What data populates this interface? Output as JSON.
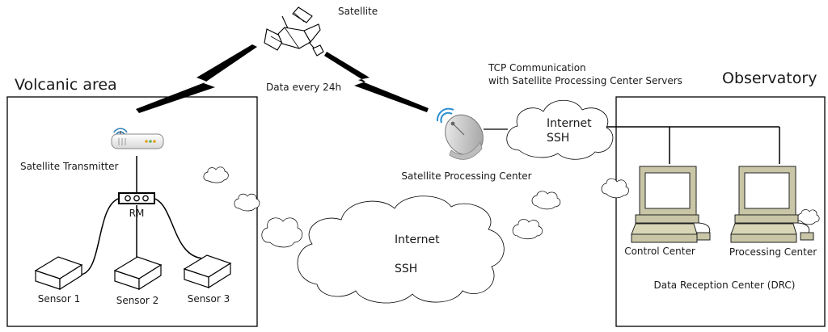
{
  "regions": {
    "volcanic_area": "Volcanic area",
    "observatory": "Observatory"
  },
  "labels": {
    "satellite": "Satellite",
    "data_every": "Data every 24h",
    "tcp_line1": "TCP Communication",
    "tcp_line2": "with Satellite Processing Center Servers",
    "satellite_transmitter": "Satellite Transmitter",
    "rm": "RM",
    "sensor1": "Sensor 1",
    "sensor2": "Sensor 2",
    "sensor3": "Sensor 3",
    "satellite_processing_center": "Satellite Processing Center",
    "control_center": "Control Center",
    "processing_center": "Processing Center",
    "drc": "Data Reception Center (DRC)"
  },
  "clouds": {
    "main_internet": "Internet",
    "main_ssh": "SSH",
    "small_internet": "Internet",
    "small_ssh": "SSH"
  },
  "icons": {
    "satellite": "satellite-icon",
    "transmitter": "satellite-transmitter-icon",
    "dish": "satellite-dish-icon",
    "computer": "desktop-computer-icon"
  }
}
